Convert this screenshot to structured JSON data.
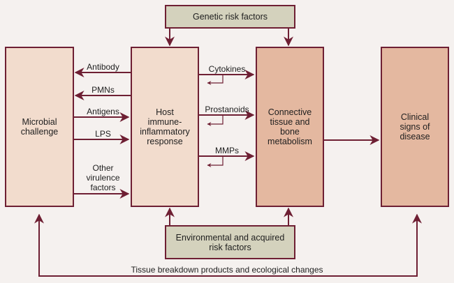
{
  "nodes": {
    "genetic": "Genetic risk factors",
    "microbial": "Microbial\nchallenge",
    "host": "Host\nimmune-\ninflammatory\nresponse",
    "connective": "Connective\ntissue and\nbone\nmetabolism",
    "clinical": "Clinical\nsigns of\ndisease",
    "environmental": "Environmental and acquired\nrisk factors"
  },
  "edges_left": {
    "antibody": "Antibody",
    "pmns": "PMNs",
    "antigens": "Antigens",
    "lps": "LPS",
    "other": "Other\nvirulence\nfactors"
  },
  "edges_right": {
    "cytokines": "Cytokines",
    "prostanoids": "Prostanoids",
    "mmps": "MMPs"
  },
  "feedback": "Tissue breakdown products and ecological changes",
  "colors": {
    "line": "#6e1f33",
    "light_box": "#f2dccd",
    "dark_box": "#e4b8a0",
    "risk_box": "#d4d2bd"
  }
}
